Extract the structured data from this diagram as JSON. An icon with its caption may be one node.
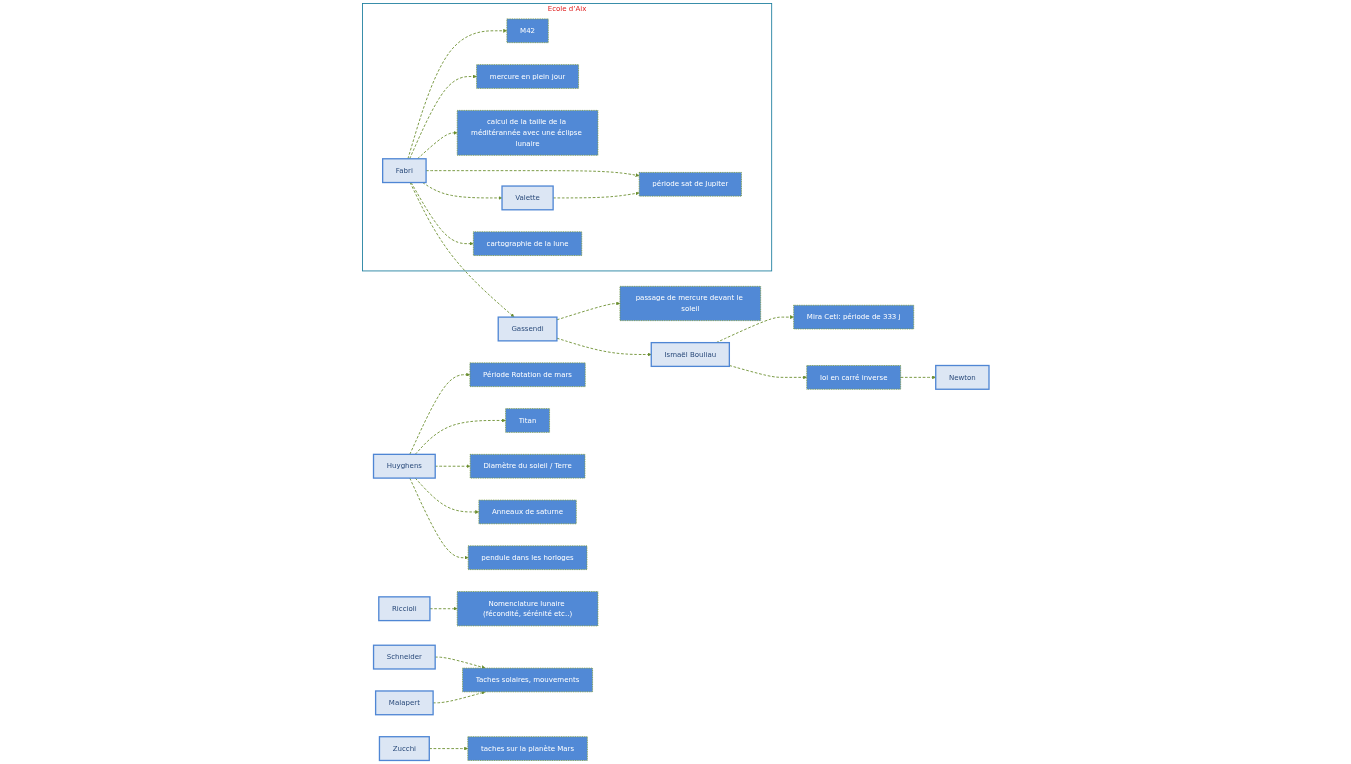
{
  "diagram": {
    "nodes": [
      {
        "text": [
          "Ecole d’Aix"
        ]
      },
      {
        "text": [
          "M42"
        ],
        "in": 0
      },
      {
        "text": [
          "période sat de Jupiter"
        ],
        "in": 0
      },
      {
        "text": [
          "mercure en plein jour"
        ],
        "in": 0
      },
      {
        "text": [
          "calcul de la taille de la méditérannée avec une éclipse lunaire"
        ],
        "in": 0
      },
      {
        "text": [
          "Fabri"
        ],
        "in": 0
      },
      {
        "text": [
          "Valette"
        ],
        "in": 0
      },
      {
        "text": [
          "cartographie de la lune"
        ],
        "in": 0
      },
      {
        "text": [
          "passage de mercure devant le soleil"
        ]
      },
      {
        "text": [
          "Newton"
        ]
      },
      {
        "text": [
          "Gassendi"
        ]
      },
      {
        "text": [
          "loi en carré inverse"
        ]
      },
      {
        "text": [
          "Mira Ceti: période de 333 j"
        ]
      },
      {
        "text": [
          "Ismaël Bouliau"
        ]
      },
      {
        "text": [
          "Huyghens"
        ]
      },
      {
        "text": [
          "Titan"
        ]
      },
      {
        "text": [
          "Période Rotation de mars"
        ]
      },
      {
        "text": [
          "Riccioli"
        ]
      },
      {
        "text": [
          "Schneider"
        ]
      },
      {
        "text": [
          "Malapert"
        ]
      },
      {
        "text": [
          "Zucchi"
        ]
      },
      {
        "text": [
          "Anneaux de saturne"
        ]
      },
      {
        "text": [
          "Diamètre du soleil / Terre"
        ]
      },
      {
        "text": [
          "Taches solaires, mouvements"
        ]
      },
      {
        "text": [
          "taches sur la planète Mars"
        ]
      },
      {
        "text": [
          "pendule dans les horloges"
        ]
      },
      {
        "text": [
          "Nomenclature lunaire (fécondité, sérénité etc..)"
        ]
      }
    ],
    "edges": [
      {
        "from": 5,
        "to": 1,
        "arrow": "to",
        "style": "dashed"
      },
      {
        "from": 5,
        "to": 3,
        "arrow": "to",
        "style": "dashed"
      },
      {
        "from": 5,
        "to": 4,
        "arrow": "to",
        "style": "dashed"
      },
      {
        "from": 5,
        "to": 2,
        "arrow": "to",
        "style": "dashed"
      },
      {
        "from": 5,
        "to": 6,
        "arrow": "to",
        "style": "dashed"
      },
      {
        "from": 6,
        "to": 2,
        "arrow": "to",
        "style": "dashed"
      },
      {
        "from": 5,
        "to": 7,
        "arrow": "to",
        "style": "dashed"
      },
      {
        "from": 5,
        "to": 10,
        "arrow": "to",
        "style": "dashed"
      },
      {
        "from": 10,
        "to": 8,
        "arrow": "to",
        "style": "dashed"
      },
      {
        "from": 10,
        "to": 13,
        "arrow": "to",
        "style": "dashed"
      },
      {
        "from": 13,
        "to": 12,
        "arrow": "to",
        "style": "dashed"
      },
      {
        "from": 13,
        "to": 11,
        "arrow": "to",
        "style": "dashed"
      },
      {
        "from": 11,
        "to": 9,
        "arrow": "to",
        "style": "dashed"
      },
      {
        "from": 14,
        "to": 16,
        "arrow": "to",
        "style": "dashed"
      },
      {
        "from": 14,
        "to": 15,
        "arrow": "to",
        "style": "dashed"
      },
      {
        "from": 14,
        "to": 22,
        "arrow": "to",
        "style": "dashed"
      },
      {
        "from": 14,
        "to": 21,
        "arrow": "to",
        "style": "dashed"
      },
      {
        "from": 14,
        "to": 25,
        "arrow": "to",
        "style": "dashed"
      },
      {
        "from": 17,
        "to": 26,
        "arrow": "to",
        "style": "dashed"
      },
      {
        "from": 18,
        "to": 23,
        "arrow": "to",
        "style": "dashed"
      },
      {
        "from": 19,
        "to": 23,
        "arrow": "to",
        "style": "dashed"
      },
      {
        "from": 20,
        "to": 24,
        "arrow": "to",
        "style": "dashed"
      }
    ]
  }
}
